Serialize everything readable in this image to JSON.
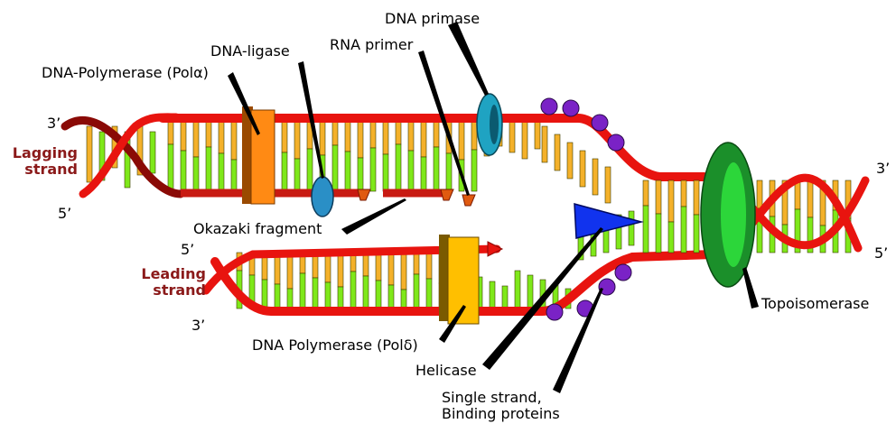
{
  "labels": {
    "dna_primase": "DNA primase",
    "dna_ligase": "DNA-ligase",
    "rna_primer": "RNA primer",
    "pol_alpha": "DNA-Polymerase (Polα)",
    "okazaki": "Okazaki fragment",
    "pol_delta": "DNA Polymerase (Polδ)",
    "helicase": "Helicase",
    "ssb_line1": "Single strand,",
    "ssb_line2": "Binding proteins",
    "topoisomerase": "Topoisomerase"
  },
  "strands": {
    "lagging_line1": "Lagging",
    "lagging_line2": "strand",
    "leading_line1": "Leading",
    "leading_line2": "strand"
  },
  "ends": {
    "lag_3": "3’",
    "lag_5": "5’",
    "lead_5": "5’",
    "lead_3": "3’",
    "right_3": "3’",
    "right_5": "5’"
  },
  "colors": {
    "backbone": "#e8140f",
    "backbone_dark": "#8a0a06",
    "base_green": "#7fe81a",
    "base_orange": "#f4b12a",
    "strand_label": "#8b1a1a",
    "pol_alpha": "#ff8a14",
    "pol_delta": "#ffbf00",
    "primase": "#1fa3c2",
    "ligase": "#2a8fc6",
    "helicase": "#1133ee",
    "topoisomerase": "#1fae2f",
    "ssb": "#7a22c6"
  }
}
